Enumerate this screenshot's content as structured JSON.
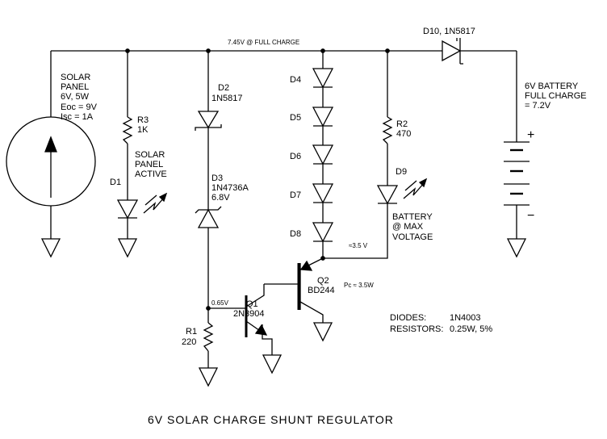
{
  "rail_label": "7.45V @ FULL CHARGE",
  "solar_panel": [
    "SOLAR",
    "PANEL",
    "6V, 5W",
    "Eoc = 9V",
    "Isc = 1A"
  ],
  "r3": {
    "name": "R3",
    "value": "1K"
  },
  "d1": {
    "name": "D1"
  },
  "panel_active": [
    "SOLAR",
    "PANEL",
    "ACTIVE"
  ],
  "d2": {
    "name": "D2",
    "part": "1N5817"
  },
  "d3": {
    "name": "D3",
    "part": "1N4736A",
    "value": "6.8V"
  },
  "diode_string": [
    "D4",
    "D5",
    "D6",
    "D7",
    "D8"
  ],
  "r2": {
    "name": "R2",
    "value": "470"
  },
  "d9": {
    "name": "D9"
  },
  "battery_max": [
    "BATTERY",
    "@ MAX",
    "VOLTAGE"
  ],
  "d10": {
    "label": "D10, 1N5817"
  },
  "battery": [
    "6V BATTERY",
    "FULL CHARGE",
    "= 7.2V"
  ],
  "battery_plus": "+",
  "battery_minus": "−",
  "node_3v5": "≈3.5 V",
  "node_065": "0.65V",
  "q1": {
    "name": "Q1",
    "part": "2N3904"
  },
  "q2": {
    "name": "Q2",
    "part": "BD244",
    "pc": "Pc ≈ 3.5W"
  },
  "r1": {
    "name": "R1",
    "value": "220"
  },
  "notes": {
    "diodes_label": "DIODES:",
    "diodes_value": "1N4003",
    "resistors_label": "RESISTORS:",
    "resistors_value": "0.25W, 5%"
  },
  "title": "6V SOLAR CHARGE SHUNT REGULATOR"
}
